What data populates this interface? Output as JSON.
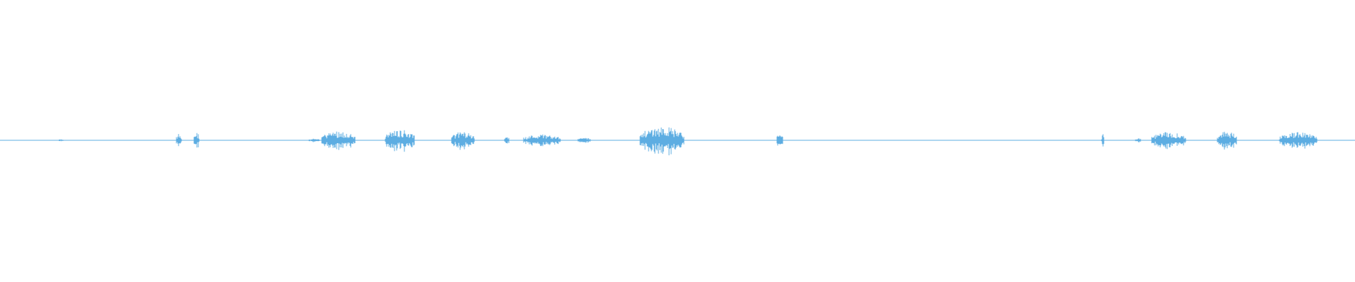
{
  "waveform": {
    "color": "#5dade2",
    "background": "#ffffff",
    "baseline_amplitude": 0.006,
    "segments": [
      {
        "start": 0.043,
        "end": 0.047,
        "amplitude": 0.03
      },
      {
        "start": 0.13,
        "end": 0.134,
        "amplitude": 0.2
      },
      {
        "start": 0.143,
        "end": 0.147,
        "amplitude": 0.25
      },
      {
        "start": 0.228,
        "end": 0.236,
        "amplitude": 0.05
      },
      {
        "start": 0.237,
        "end": 0.262,
        "amplitude": 0.28
      },
      {
        "start": 0.284,
        "end": 0.306,
        "amplitude": 0.33
      },
      {
        "start": 0.333,
        "end": 0.35,
        "amplitude": 0.26
      },
      {
        "start": 0.372,
        "end": 0.376,
        "amplitude": 0.12
      },
      {
        "start": 0.386,
        "end": 0.414,
        "amplitude": 0.18
      },
      {
        "start": 0.426,
        "end": 0.436,
        "amplitude": 0.08
      },
      {
        "start": 0.472,
        "end": 0.505,
        "amplitude": 0.42
      },
      {
        "start": 0.573,
        "end": 0.578,
        "amplitude": 0.2
      },
      {
        "start": 0.813,
        "end": 0.815,
        "amplitude": 0.2
      },
      {
        "start": 0.838,
        "end": 0.842,
        "amplitude": 0.08
      },
      {
        "start": 0.85,
        "end": 0.875,
        "amplitude": 0.25
      },
      {
        "start": 0.898,
        "end": 0.913,
        "amplitude": 0.28
      },
      {
        "start": 0.944,
        "end": 0.972,
        "amplitude": 0.24
      }
    ]
  }
}
